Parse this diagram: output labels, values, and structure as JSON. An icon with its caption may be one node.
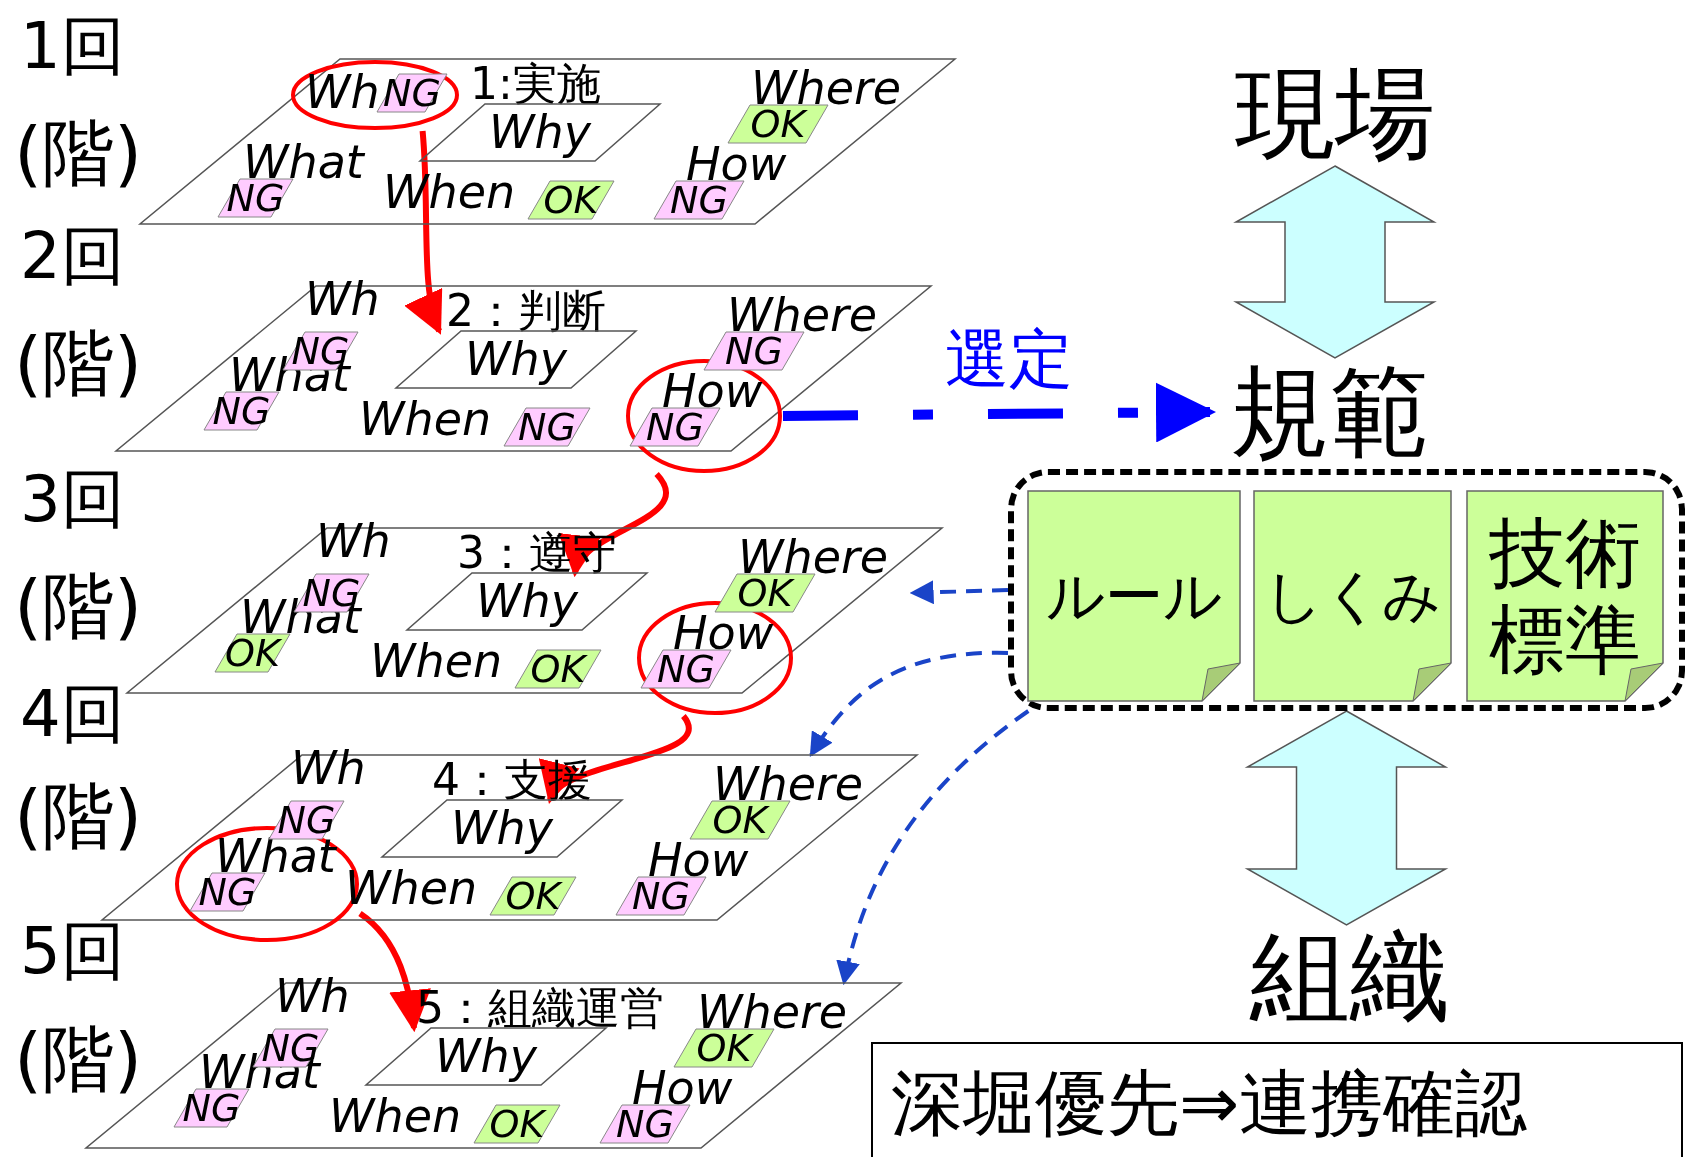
{
  "diagram": {
    "nodes": [
      {
        "text": [
          "1:実施"
        ]
      },
      {
        "text": [],
        "shape": "circle",
        "in": 0
      },
      {
        "text": [
          "Wh",
          "NG"
        ],
        "in": 1
      },
      {
        "text": [
          "What",
          "NG"
        ],
        "in": 0
      },
      {
        "text": [
          "Why"
        ],
        "in": 0
      },
      {
        "text": [
          "When",
          "OK"
        ],
        "in": 0
      },
      {
        "text": [
          "Where",
          "OK"
        ],
        "in": 0
      },
      {
        "text": [
          "How",
          "NG"
        ],
        "in": 0
      },
      {
        "text": [
          "2：判断"
        ]
      },
      {
        "text": [
          "Wh",
          "NG"
        ],
        "in": 8
      },
      {
        "text": [
          "What",
          "NG"
        ],
        "in": 8
      },
      {
        "text": [
          "Why"
        ],
        "in": 8
      },
      {
        "text": [
          "When",
          "NG"
        ],
        "in": 8
      },
      {
        "text": [
          "Where",
          "NG"
        ],
        "in": 8
      },
      {
        "text": [],
        "shape": "circle",
        "in": 8
      },
      {
        "text": [
          "How",
          "NG"
        ],
        "in": 14
      },
      {
        "text": [
          "3：遵守"
        ]
      },
      {
        "text": [
          "Wh",
          "NG"
        ],
        "in": 16
      },
      {
        "text": [
          "What",
          "OK"
        ],
        "in": 16
      },
      {
        "text": [
          "Why"
        ],
        "in": 16
      },
      {
        "text": [
          "When",
          "OK"
        ],
        "in": 16
      },
      {
        "text": [
          "Where",
          "OK"
        ],
        "in": 16
      },
      {
        "text": [],
        "shape": "circle",
        "in": 16
      },
      {
        "text": [
          "How",
          "NG"
        ],
        "in": 22
      },
      {
        "text": [
          "4：支援"
        ]
      },
      {
        "text": [
          "Wh",
          "NG"
        ],
        "in": 24
      },
      {
        "text": [],
        "shape": "circle",
        "in": 24
      },
      {
        "text": [
          "What",
          "NG"
        ],
        "in": 26
      },
      {
        "text": [
          "Why"
        ],
        "in": 24
      },
      {
        "text": [
          "When",
          "OK"
        ],
        "in": 24
      },
      {
        "text": [
          "Where",
          "OK"
        ],
        "in": 24
      },
      {
        "text": [
          "How",
          "NG"
        ],
        "in": 24
      },
      {
        "text": [
          "5：組織運営"
        ]
      },
      {
        "text": [
          "Wh",
          "NG"
        ],
        "in": 32
      },
      {
        "text": [
          "What",
          "NG"
        ],
        "in": 32
      },
      {
        "text": [
          "Why"
        ],
        "in": 32
      },
      {
        "text": [
          "When",
          "OK"
        ],
        "in": 32
      },
      {
        "text": [
          "Where",
          "OK"
        ],
        "in": 32
      },
      {
        "text": [
          "How",
          "NG"
        ],
        "in": 32
      },
      {
        "text": [
          "現場"
        ]
      },
      {
        "text": [
          "規範"
        ]
      },
      {
        "text": [],
        "shape": "box"
      },
      {
        "text": [
          "ルール"
        ],
        "in": 41
      },
      {
        "text": [
          "しくみ"
        ],
        "in": 41
      },
      {
        "text": [
          "技術標準"
        ],
        "in": 41
      },
      {
        "text": [
          "組織"
        ]
      },
      {
        "text": [
          "深堀優先⇒連携確認"
        ]
      }
    ],
    "edges": [
      {
        "from": 1,
        "to": 11,
        "arrow": "to",
        "color": "#ff0000"
      },
      {
        "from": 14,
        "to": 19,
        "arrow": "to",
        "color": "#ff0000"
      },
      {
        "from": 22,
        "to": 28,
        "arrow": "to",
        "color": "#ff0000"
      },
      {
        "from": 26,
        "to": 35,
        "arrow": "to",
        "color": "#ff0000"
      },
      {
        "from": 14,
        "to": 40,
        "arrow": "to",
        "label": "選定",
        "style": "dashed",
        "color": "#0000ff"
      },
      {
        "from": 39,
        "to": 40,
        "arrow": "both",
        "style": "thick",
        "color": "#ccffff"
      },
      {
        "from": 41,
        "to": 21,
        "arrow": "to",
        "style": "dashed",
        "color": "#1a44c8"
      },
      {
        "from": 41,
        "to": 24,
        "arrow": "to",
        "style": "dashed",
        "color": "#1a44c8"
      },
      {
        "from": 41,
        "to": 32,
        "arrow": "to",
        "style": "dashed",
        "color": "#1a44c8"
      },
      {
        "from": 41,
        "to": 45,
        "arrow": "both",
        "style": "thick",
        "color": "#ccffff"
      }
    ],
    "labels": [
      "1回",
      "(階)",
      "2回",
      "(階)",
      "3回",
      "(階)",
      "4回",
      "(階)",
      "5回",
      "(階)"
    ]
  }
}
